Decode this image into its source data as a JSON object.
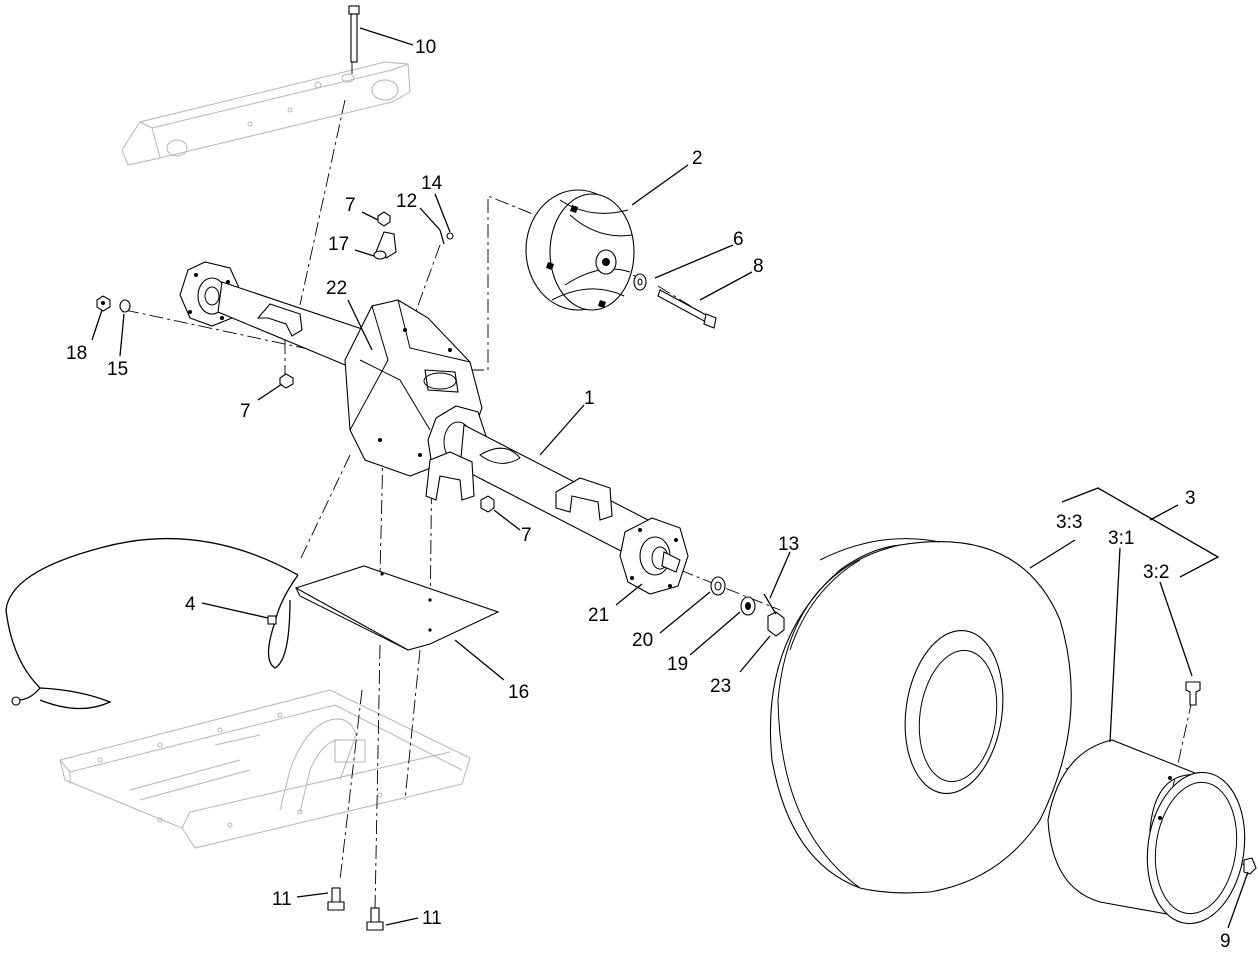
{
  "callouts": [
    {
      "id": "c1",
      "text": "1"
    },
    {
      "id": "c2",
      "text": "2"
    },
    {
      "id": "c3",
      "text": "3"
    },
    {
      "id": "c3_1",
      "text": "3:1"
    },
    {
      "id": "c3_2",
      "text": "3:2"
    },
    {
      "id": "c3_3",
      "text": "3:3"
    },
    {
      "id": "c4",
      "text": "4"
    },
    {
      "id": "c6",
      "text": "6"
    },
    {
      "id": "c7a",
      "text": "7"
    },
    {
      "id": "c7b",
      "text": "7"
    },
    {
      "id": "c7c",
      "text": "7"
    },
    {
      "id": "c8",
      "text": "8"
    },
    {
      "id": "c9",
      "text": "9"
    },
    {
      "id": "c10",
      "text": "10"
    },
    {
      "id": "c11a",
      "text": "11"
    },
    {
      "id": "c11b",
      "text": "11"
    },
    {
      "id": "c12",
      "text": "12"
    },
    {
      "id": "c13",
      "text": "13"
    },
    {
      "id": "c14",
      "text": "14"
    },
    {
      "id": "c15",
      "text": "15"
    },
    {
      "id": "c16",
      "text": "16"
    },
    {
      "id": "c17",
      "text": "17"
    },
    {
      "id": "c18",
      "text": "18"
    },
    {
      "id": "c19",
      "text": "19"
    },
    {
      "id": "c20",
      "text": "20"
    },
    {
      "id": "c21",
      "text": "21"
    },
    {
      "id": "c22",
      "text": "22"
    },
    {
      "id": "c23",
      "text": "23"
    }
  ]
}
